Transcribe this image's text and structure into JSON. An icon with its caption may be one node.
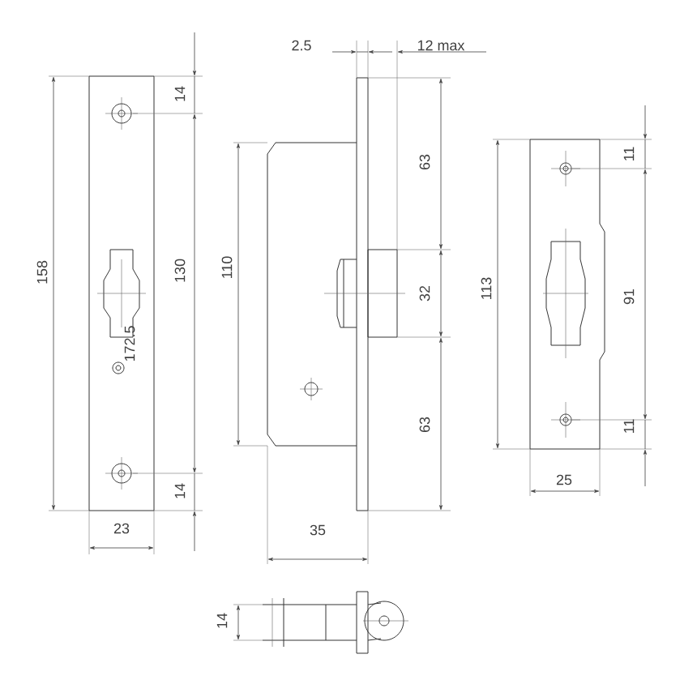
{
  "diagram": {
    "labels": [
      "2.5",
      "12 max",
      "14",
      "63",
      "11",
      "158",
      "130",
      "110",
      "32",
      "113",
      "91",
      "172.5",
      "63",
      "11",
      "14",
      "25",
      "23",
      "35",
      "14"
    ]
  }
}
